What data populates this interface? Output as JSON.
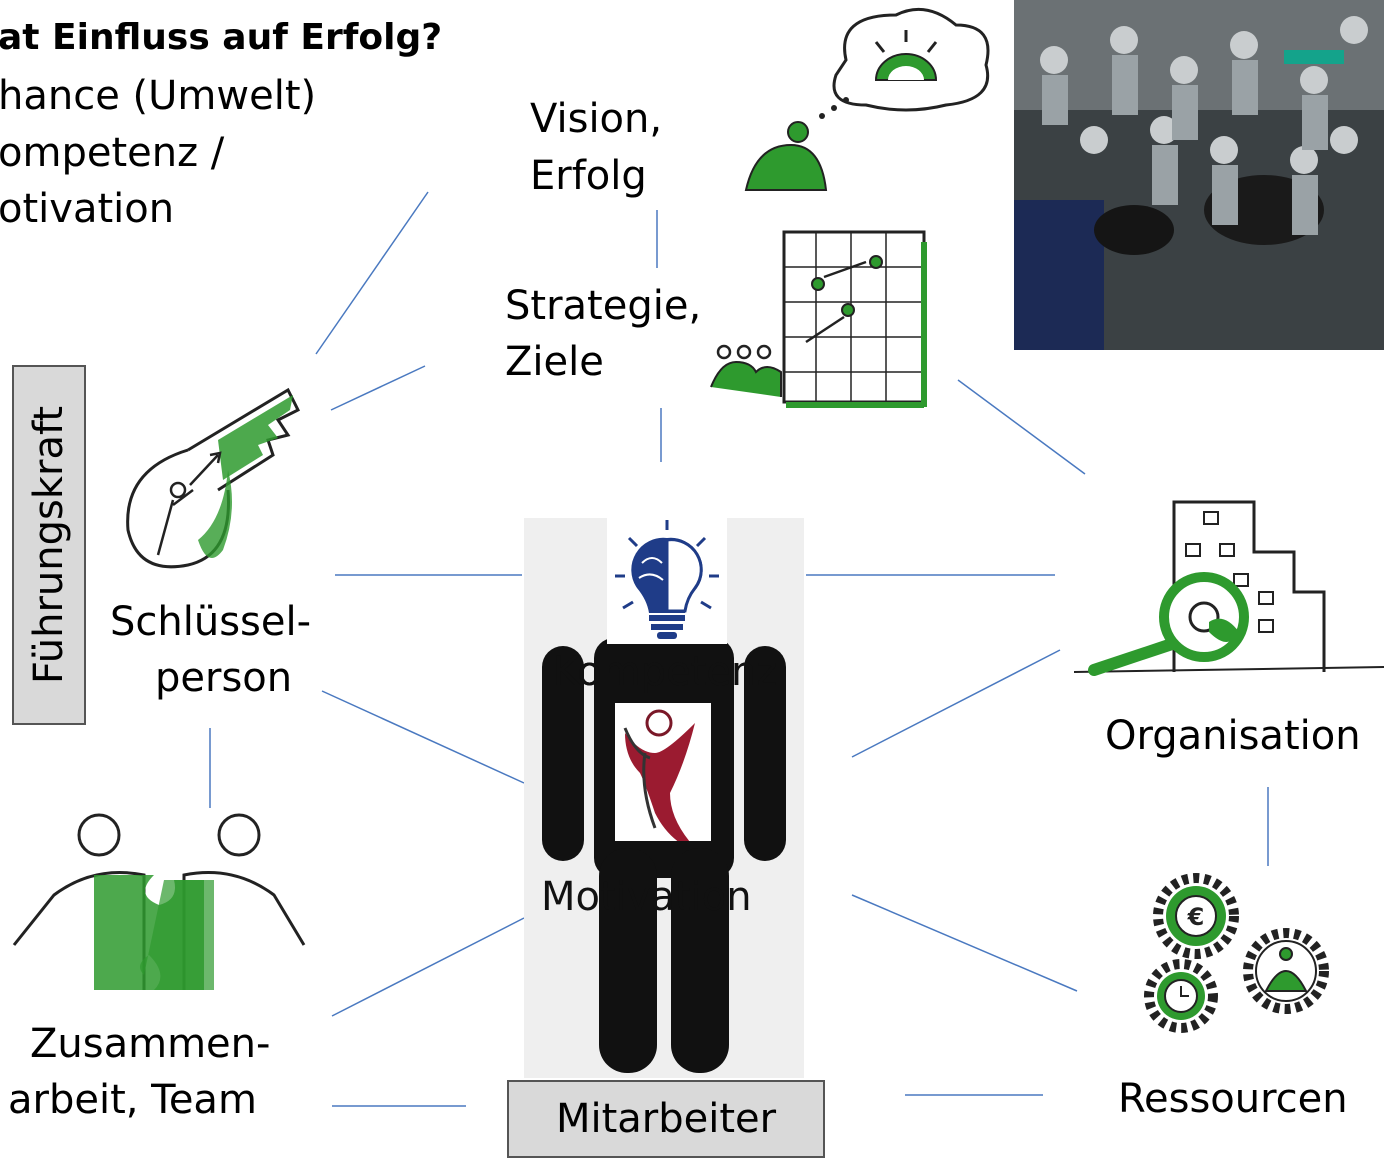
{
  "title": "at Einfluss auf Erfolg?",
  "factors": [
    "hance (Umwelt)",
    "ompetenz /",
    "otivation"
  ],
  "labels": {
    "vision": [
      "Vision,",
      "Erfolg"
    ],
    "strategy": [
      "Strategie,",
      "Ziele"
    ],
    "key_person": [
      "Schlüssel-",
      "person"
    ],
    "teamwork": [
      "Zusammen-",
      "arbeit, Team"
    ],
    "organisation": "Organisation",
    "resources": "Ressourcen",
    "competence": "Kompetenz",
    "motivation": "Motivation",
    "employee": "Mitarbeiter",
    "leader": "Führungskraft"
  },
  "colors": {
    "accent": "#2e9a2e",
    "line": "#4a79c0",
    "figure": "#111111",
    "panel": "#efefef",
    "box": "#d9d9d9"
  },
  "icons": [
    "thought-cloud-icon",
    "strategy-chart-icon",
    "key-icon",
    "organisation-search-icon",
    "gears-resources-icon",
    "puzzle-team-icon",
    "lightbulb-brain-icon",
    "motivation-figure-icon",
    "pit-stop-photo"
  ]
}
